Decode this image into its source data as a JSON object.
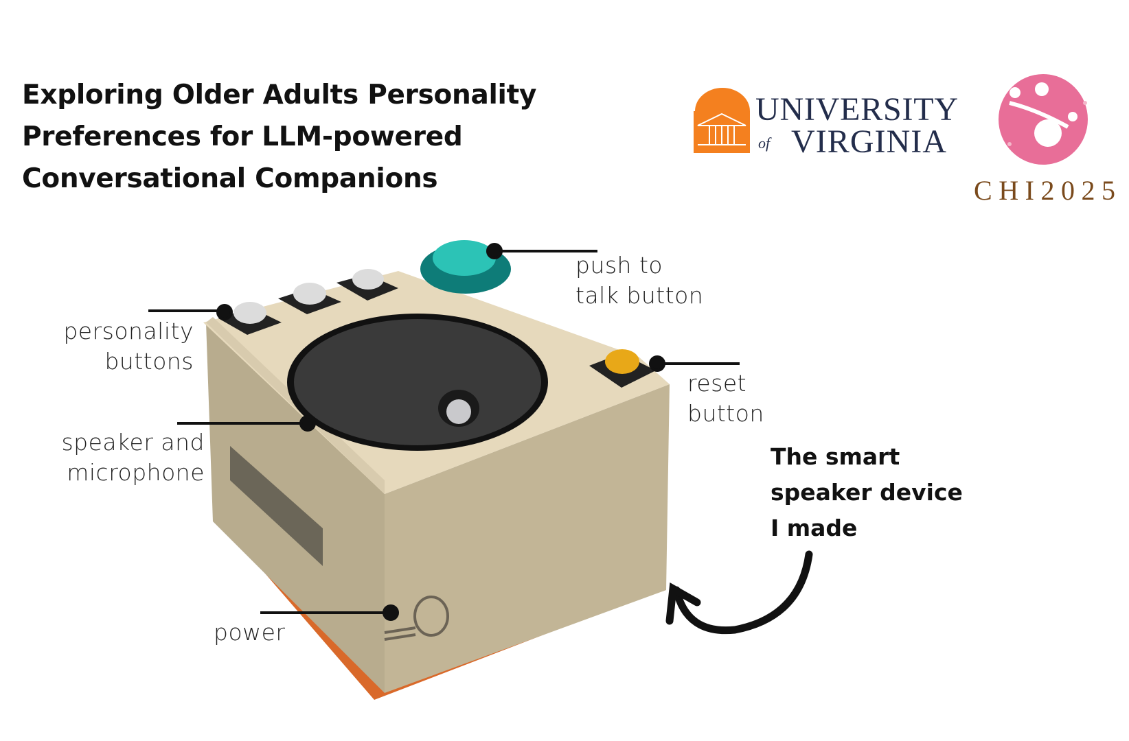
{
  "title": {
    "lines": [
      "Exploring Older Adults Personality",
      "Preferences for LLM-powered",
      "Conversational Companions"
    ]
  },
  "logos": {
    "uva": {
      "line1": "UNIVERSITY",
      "of": "of",
      "line2": "VIRGINIA",
      "color": "#232D4B",
      "accent": "#F4801F"
    },
    "chi": {
      "text": "CHI2025",
      "color": "#7A4A1C",
      "circle_color": "#E86E98"
    }
  },
  "labels": {
    "push_to_talk": [
      "push to",
      "talk button"
    ],
    "personality": [
      "personality",
      "buttons"
    ],
    "speaker": [
      "speaker and",
      "microphone"
    ],
    "reset": [
      "reset",
      "button"
    ],
    "power": "power"
  },
  "caption": [
    "The smart",
    "speaker device",
    "I made"
  ]
}
